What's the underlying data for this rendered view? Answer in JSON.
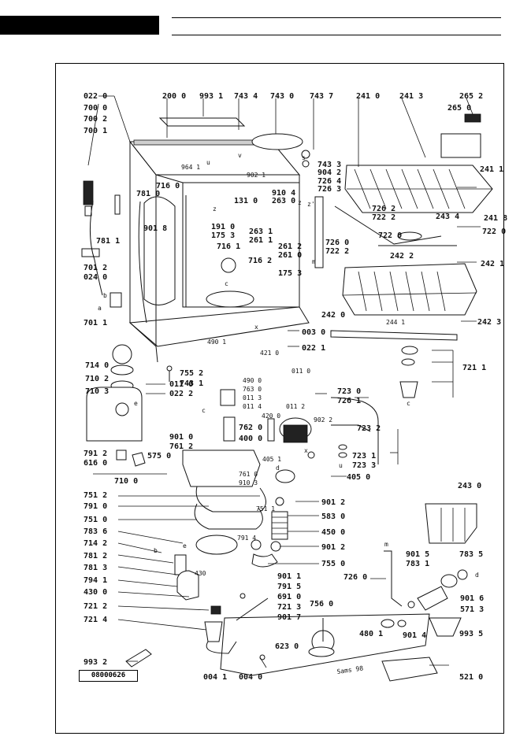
{
  "labels": {
    "l0220": "022 0",
    "l7000": "700 0",
    "l7002": "700 2",
    "l7001": "700 1",
    "l2000": "200 0",
    "l9931": "993 1",
    "l7434": "743 4",
    "l7430": "743 0",
    "l7437": "743 7",
    "l2410": "241 0",
    "l2413": "241 3",
    "l2652": "265 2",
    "l2650": "265 0",
    "l2411": "241 1",
    "l7433": "743 3",
    "l9042": "904 2",
    "l7264": "726 4",
    "l7263": "726 3",
    "l9641": "964 1",
    "l9021": "902 1",
    "l9104": "910 4",
    "l2630": "263 0",
    "l1310": "131 0",
    "l7160": "716 0",
    "l7810": "781 0",
    "l9018": "901 8",
    "l7811": "781 1",
    "l1910": "191 0",
    "l1753a": "175 3",
    "l2631": "263 1",
    "l2611": "261 1",
    "l7161": "716 1",
    "l7162": "716 2",
    "l2612": "261 2",
    "l2610": "261 0",
    "l7260": "726 0",
    "l7222a": "722 2",
    "l1753b": "175 3",
    "l7262": "726 2",
    "l7222b": "722 2",
    "l2434": "243 4",
    "l2418": "241 8",
    "l7220a": "722 0",
    "l7220b": "722 0",
    "l7012": "701 2",
    "l0240": "024 0",
    "l7011": "701 1",
    "l2422": "242 2",
    "l2421": "242 1",
    "l2420": "242 0",
    "l2423": "242 3",
    "l2441": "244 1",
    "l7211a": "721 1",
    "l0030": "003 0",
    "l0221": "022 1",
    "l4901": "490 1",
    "l4210": "421 0",
    "l7552": "755 2",
    "l7431": "743 1",
    "l7140": "714 0",
    "l7102": "710 2",
    "l7103": "710 3",
    "l0110a": "011 0",
    "l0222": "022 2",
    "l0110b": "011 0",
    "l4900": "490 0",
    "l7630": "763 0",
    "l0113": "011 3",
    "l0114": "011 4",
    "l0112": "011 2",
    "l9022": "902 2",
    "l7230": "723 0",
    "l7261": "726 1",
    "l7232": "723 2",
    "l7231": "723 1",
    "l7233": "723 3",
    "l4200": "420 0",
    "l7620": "762 0",
    "l4000": "400 0",
    "l9010": "901 0",
    "l7612": "761 2",
    "l7912": "791 2",
    "l6160": "616 0",
    "l5750": "575 0",
    "l7100": "710 0",
    "l4051": "405 1",
    "l4050": "405 0",
    "l7610": "761 0",
    "l9103": "910 3",
    "l7512": "751 2",
    "l7910": "791 0",
    "l7511": "751 1",
    "l9012a": "901 2",
    "l5830": "583 0",
    "l7510": "751 0",
    "l4500": "450 0",
    "l7836": "783 6",
    "l7914": "791 4",
    "l7142": "714 2",
    "l9012b": "901 2",
    "l7812": "781 2",
    "l7550": "755 0",
    "l7813": "781 3",
    "l9011": "901 1",
    "l7941": "794 1",
    "l4300": "430 0",
    "l4301": "430",
    "l7915": "791 5",
    "l6910": "691 0",
    "l7212": "721 2",
    "l7213": "721 3",
    "l7214": "721 4",
    "l9017": "901 7",
    "l7560": "756 0",
    "l7260b": "726 0",
    "l9015": "901 5",
    "l7831": "783 1",
    "l7835": "783 5",
    "l9016": "901 6",
    "l5713": "571 3",
    "l9014": "901 4",
    "l4801": "480 1",
    "l9935": "993 5",
    "l2430": "243 0",
    "l9932": "993 2",
    "l6230": "623 0",
    "l0041": "004 1",
    "l0040": "004 0",
    "l5210": "521 0"
  },
  "letters": {
    "z1": "z",
    "z2": "z",
    "z3": "z'",
    "c1": "c",
    "c2": "c",
    "c3": "c",
    "x1": "x",
    "x2": "x",
    "m1": "m",
    "m2": "m",
    "e1": "e",
    "e2": "e",
    "a1": "a",
    "b1": "b",
    "b2": "b",
    "d1": "d",
    "d2": "d",
    "u1": "u",
    "u2": "u",
    "v1": "v",
    "s1": "s"
  },
  "doc_number": "08000626",
  "signature": "Sams 98"
}
